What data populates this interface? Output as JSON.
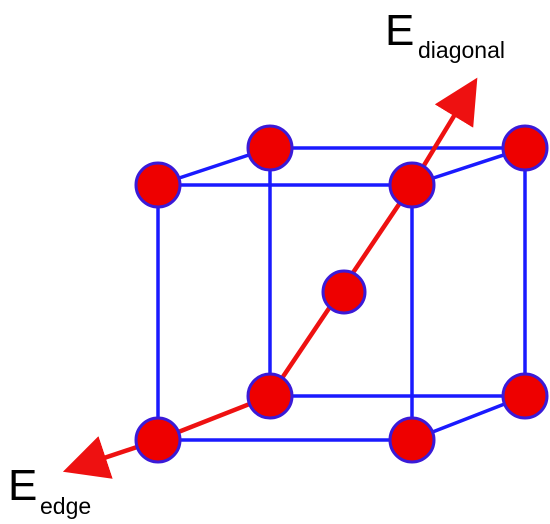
{
  "labels": {
    "diagonal": {
      "main": "E",
      "sub": "diagonal"
    },
    "edge": {
      "main": "E",
      "sub": "edge"
    }
  },
  "colors": {
    "cube_edges": "#1a1aff",
    "atoms_fill": "#ee0000",
    "atoms_stroke": "#3a1ad8",
    "arrows": "#ee1111"
  }
}
